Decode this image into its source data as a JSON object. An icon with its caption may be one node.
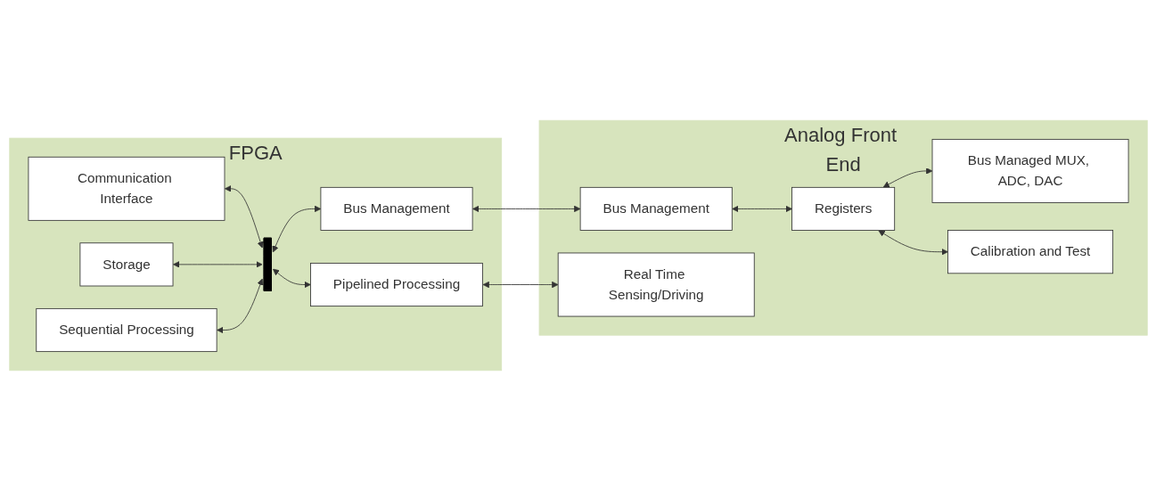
{
  "diagram": {
    "nodes": [
      {
        "text": [
          "FPGA"
        ]
      },
      {
        "text": [
          "Communication Interface"
        ],
        "in": 0
      },
      {
        "text": [],
        "shape": "bar",
        "in": 0
      },
      {
        "text": [
          "Bus Management"
        ],
        "in": 0
      },
      {
        "text": [
          "Storage"
        ],
        "in": 0
      },
      {
        "text": [
          "Sequential Processing"
        ],
        "in": 0
      },
      {
        "text": [
          "Pipelined Processing"
        ],
        "in": 0
      },
      {
        "text": [
          "Analog Front End"
        ]
      },
      {
        "text": [
          "Bus Management"
        ],
        "in": 7
      },
      {
        "text": [
          "Bus Managed MUX, ADC, DAC"
        ],
        "in": 7
      },
      {
        "text": [
          "Registers"
        ],
        "in": 7
      },
      {
        "text": [
          "Calibration and Test"
        ],
        "in": 7
      },
      {
        "text": [
          "Real Time Sensing/Driving"
        ],
        "in": 7
      }
    ],
    "edges": [
      {
        "from": 1,
        "to": 2,
        "arrow": "both"
      },
      {
        "from": 2,
        "to": 3,
        "arrow": "both"
      },
      {
        "from": 4,
        "to": 2,
        "arrow": "both"
      },
      {
        "from": 5,
        "to": 2,
        "arrow": "both"
      },
      {
        "from": 2,
        "to": 6,
        "arrow": "both"
      },
      {
        "from": 3,
        "to": 8,
        "arrow": "both"
      },
      {
        "from": 8,
        "to": 10,
        "arrow": "both"
      },
      {
        "from": 10,
        "to": 9,
        "arrow": "both"
      },
      {
        "from": 10,
        "to": 11,
        "arrow": "both"
      },
      {
        "from": 6,
        "to": 12,
        "arrow": "both"
      }
    ]
  }
}
